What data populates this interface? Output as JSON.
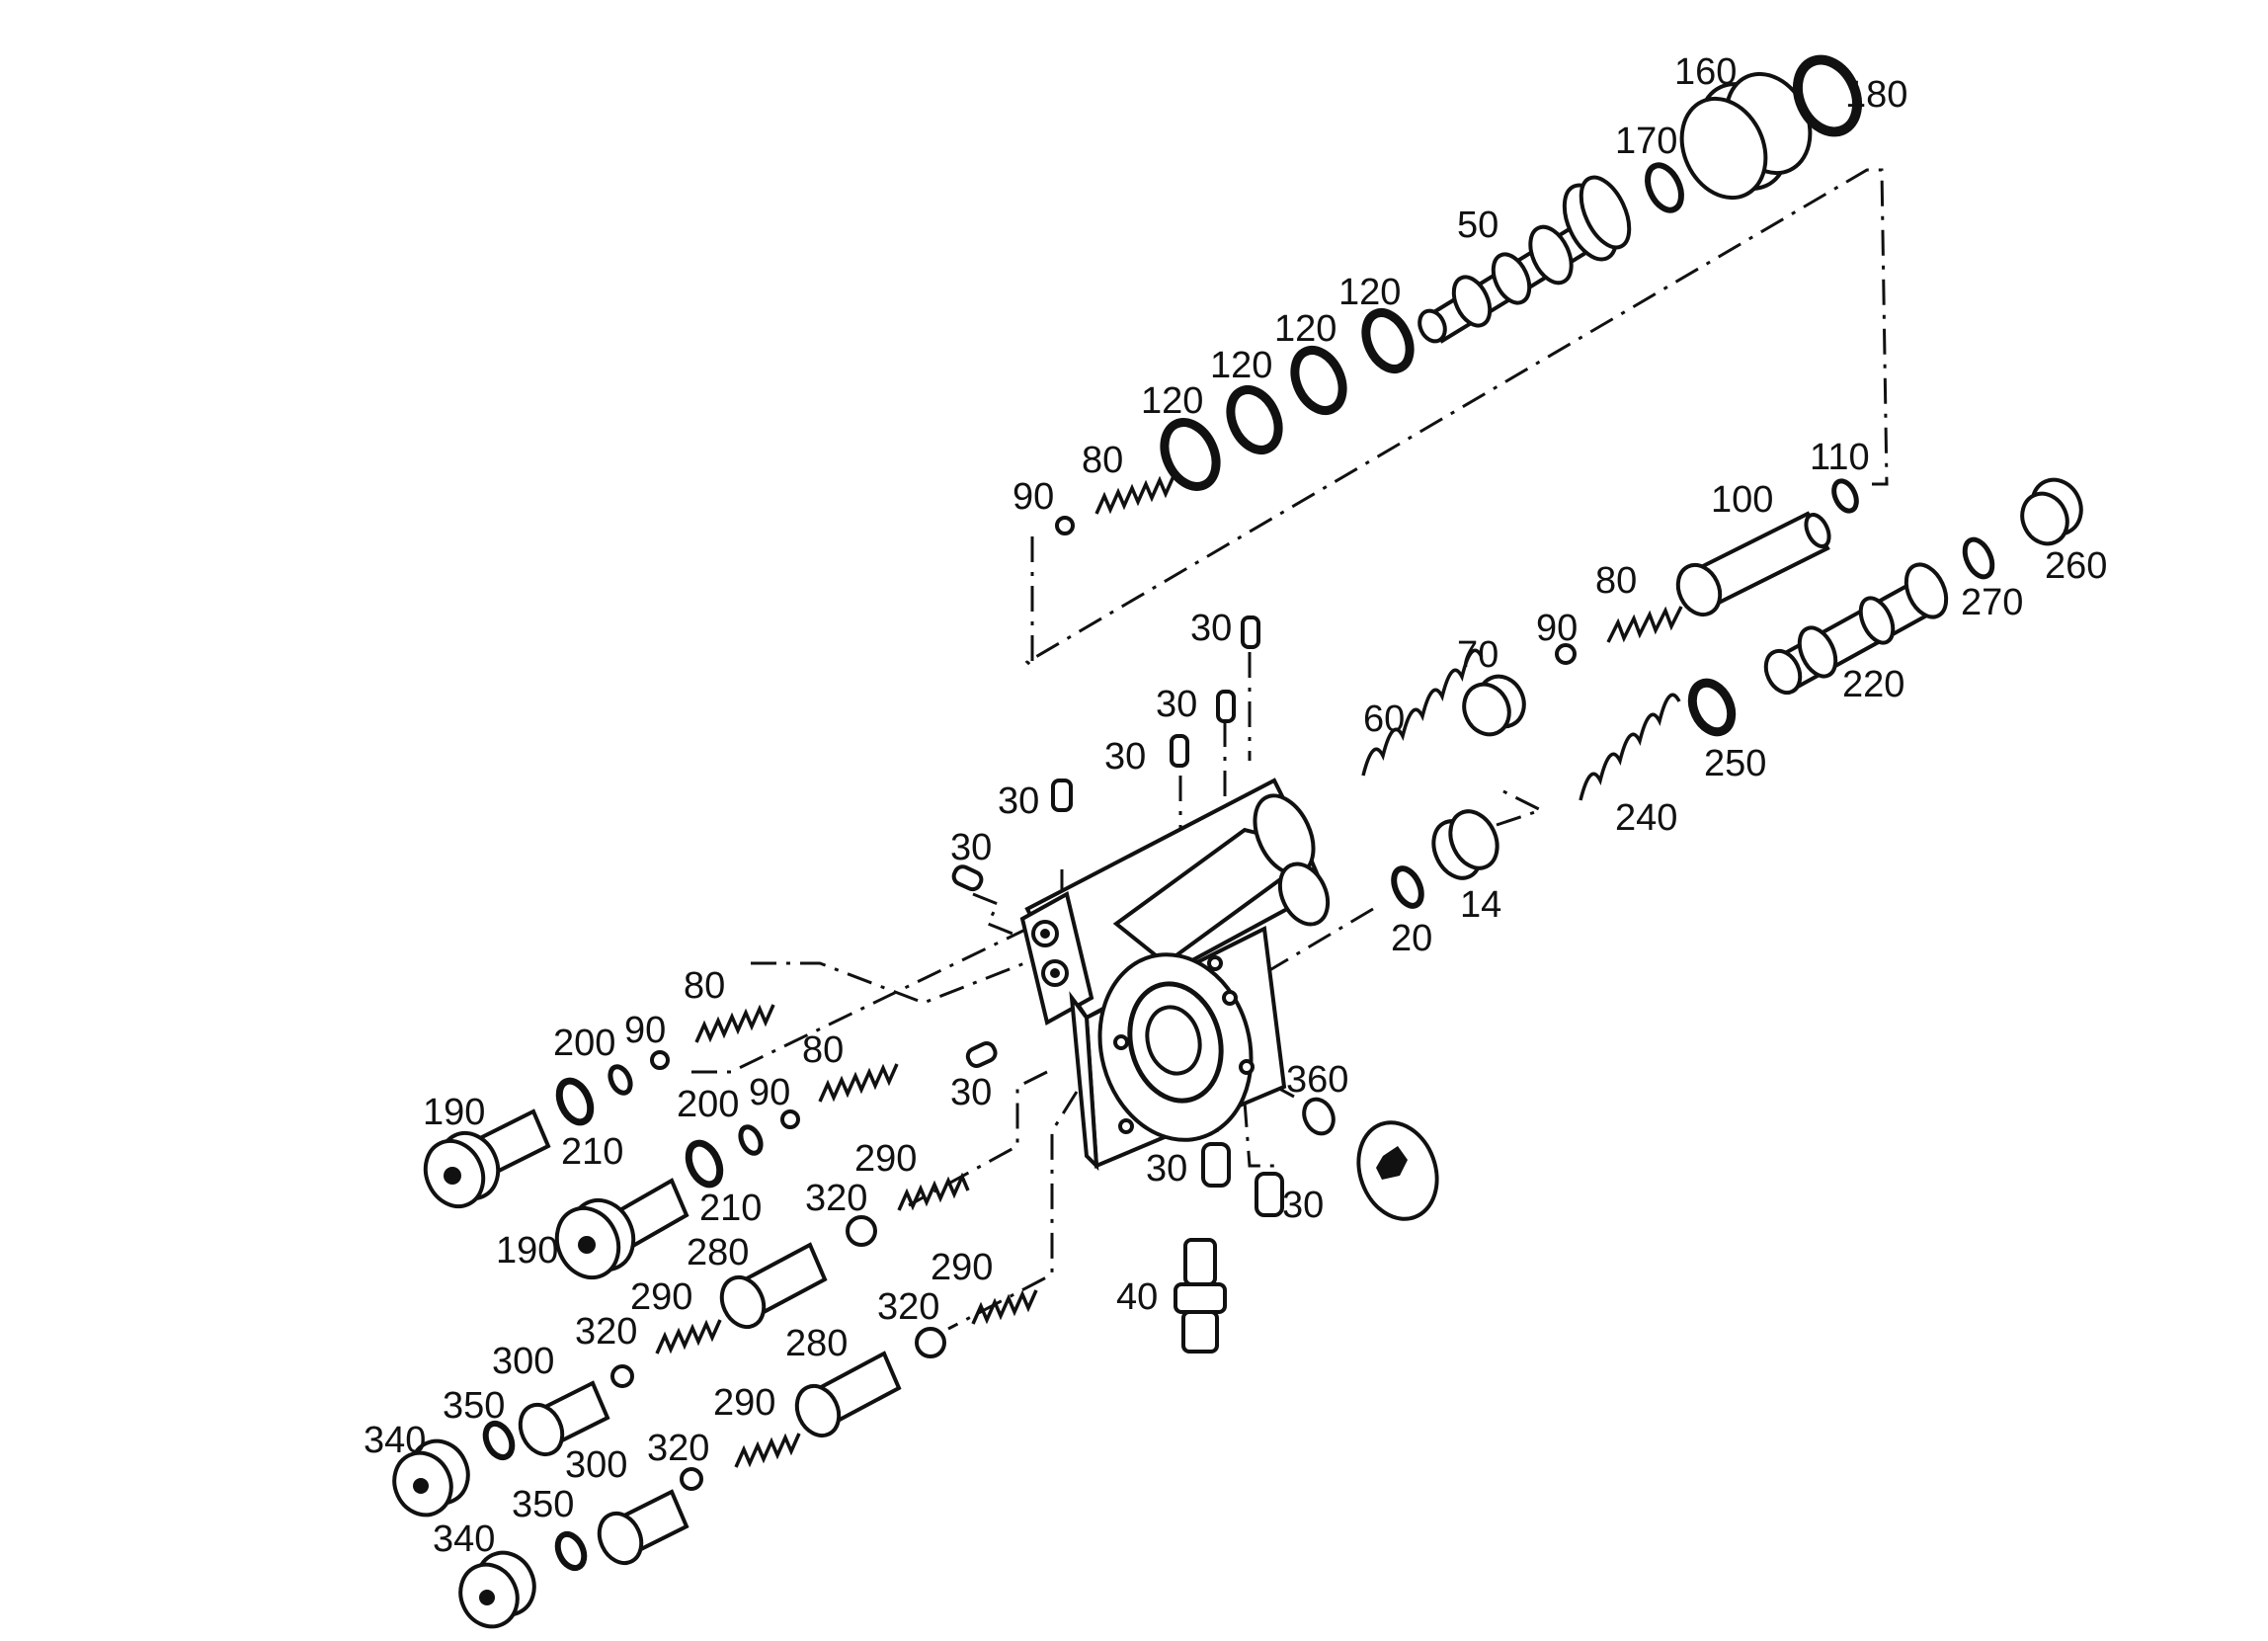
{
  "diagram": {
    "callouts": [
      {
        "id": "c160",
        "text": "160"
      },
      {
        "id": "c180",
        "text": "180"
      },
      {
        "id": "c170",
        "text": "170"
      },
      {
        "id": "c50",
        "text": "50"
      },
      {
        "id": "c120a",
        "text": "120"
      },
      {
        "id": "c120b",
        "text": "120"
      },
      {
        "id": "c120c",
        "text": "120"
      },
      {
        "id": "c120d",
        "text": "120"
      },
      {
        "id": "c80a",
        "text": "80"
      },
      {
        "id": "c90a",
        "text": "90"
      },
      {
        "id": "c110",
        "text": "110"
      },
      {
        "id": "c100",
        "text": "100"
      },
      {
        "id": "c260",
        "text": "260"
      },
      {
        "id": "c270",
        "text": "270"
      },
      {
        "id": "c220",
        "text": "220"
      },
      {
        "id": "c80b",
        "text": "80"
      },
      {
        "id": "c90b",
        "text": "90"
      },
      {
        "id": "c70",
        "text": "70"
      },
      {
        "id": "c60",
        "text": "60"
      },
      {
        "id": "c250",
        "text": "250"
      },
      {
        "id": "c240",
        "text": "240"
      },
      {
        "id": "c30a",
        "text": "30"
      },
      {
        "id": "c30b",
        "text": "30"
      },
      {
        "id": "c30c",
        "text": "30"
      },
      {
        "id": "c30d",
        "text": "30"
      },
      {
        "id": "c30e",
        "text": "30"
      },
      {
        "id": "c14",
        "text": "14"
      },
      {
        "id": "c20",
        "text": "20"
      },
      {
        "id": "c360",
        "text": "360"
      },
      {
        "id": "c30f",
        "text": "30"
      },
      {
        "id": "c30g",
        "text": "30"
      },
      {
        "id": "c30h",
        "text": "30"
      },
      {
        "id": "c40",
        "text": "40"
      },
      {
        "id": "c80c",
        "text": "80"
      },
      {
        "id": "c90c",
        "text": "90"
      },
      {
        "id": "c200a",
        "text": "200"
      },
      {
        "id": "c190a",
        "text": "190"
      },
      {
        "id": "c210a",
        "text": "210"
      },
      {
        "id": "c80d",
        "text": "80"
      },
      {
        "id": "c90d",
        "text": "90"
      },
      {
        "id": "c200b",
        "text": "200"
      },
      {
        "id": "c210b",
        "text": "210"
      },
      {
        "id": "c190b",
        "text": "190"
      },
      {
        "id": "c290a",
        "text": "290"
      },
      {
        "id": "c320a",
        "text": "320"
      },
      {
        "id": "c280a",
        "text": "280"
      },
      {
        "id": "c290b",
        "text": "290"
      },
      {
        "id": "c320b",
        "text": "320"
      },
      {
        "id": "c300a",
        "text": "300"
      },
      {
        "id": "c350a",
        "text": "350"
      },
      {
        "id": "c340a",
        "text": "340"
      },
      {
        "id": "c290c",
        "text": "290"
      },
      {
        "id": "c320c",
        "text": "320"
      },
      {
        "id": "c280b",
        "text": "280"
      },
      {
        "id": "c290d",
        "text": "290"
      },
      {
        "id": "c320d",
        "text": "320"
      },
      {
        "id": "c300b",
        "text": "300"
      },
      {
        "id": "c350b",
        "text": "350"
      },
      {
        "id": "c340b",
        "text": "340"
      }
    ]
  }
}
